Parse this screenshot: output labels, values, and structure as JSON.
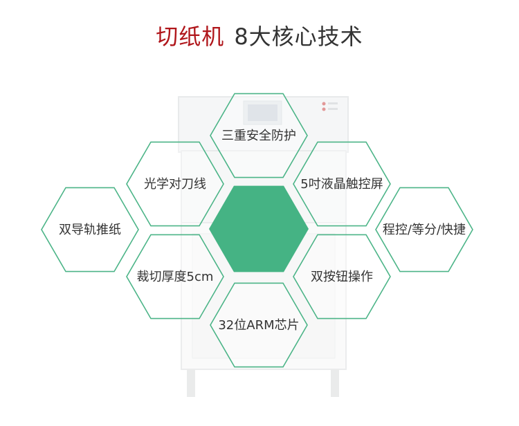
{
  "title": {
    "accent": "切纸机",
    "rest": "8大核心技术"
  },
  "features": [
    "三重安全防护",
    "光学对刀线",
    "5吋液晶触控屏",
    "双导轨推纸",
    "程控/等分/快捷",
    "裁切厚度5cm",
    "双按钮操作",
    "32位ARM芯片"
  ],
  "colors": {
    "accent": "#b0161b",
    "hex_outline": "#4bb487",
    "center_fill": "#45b384"
  }
}
